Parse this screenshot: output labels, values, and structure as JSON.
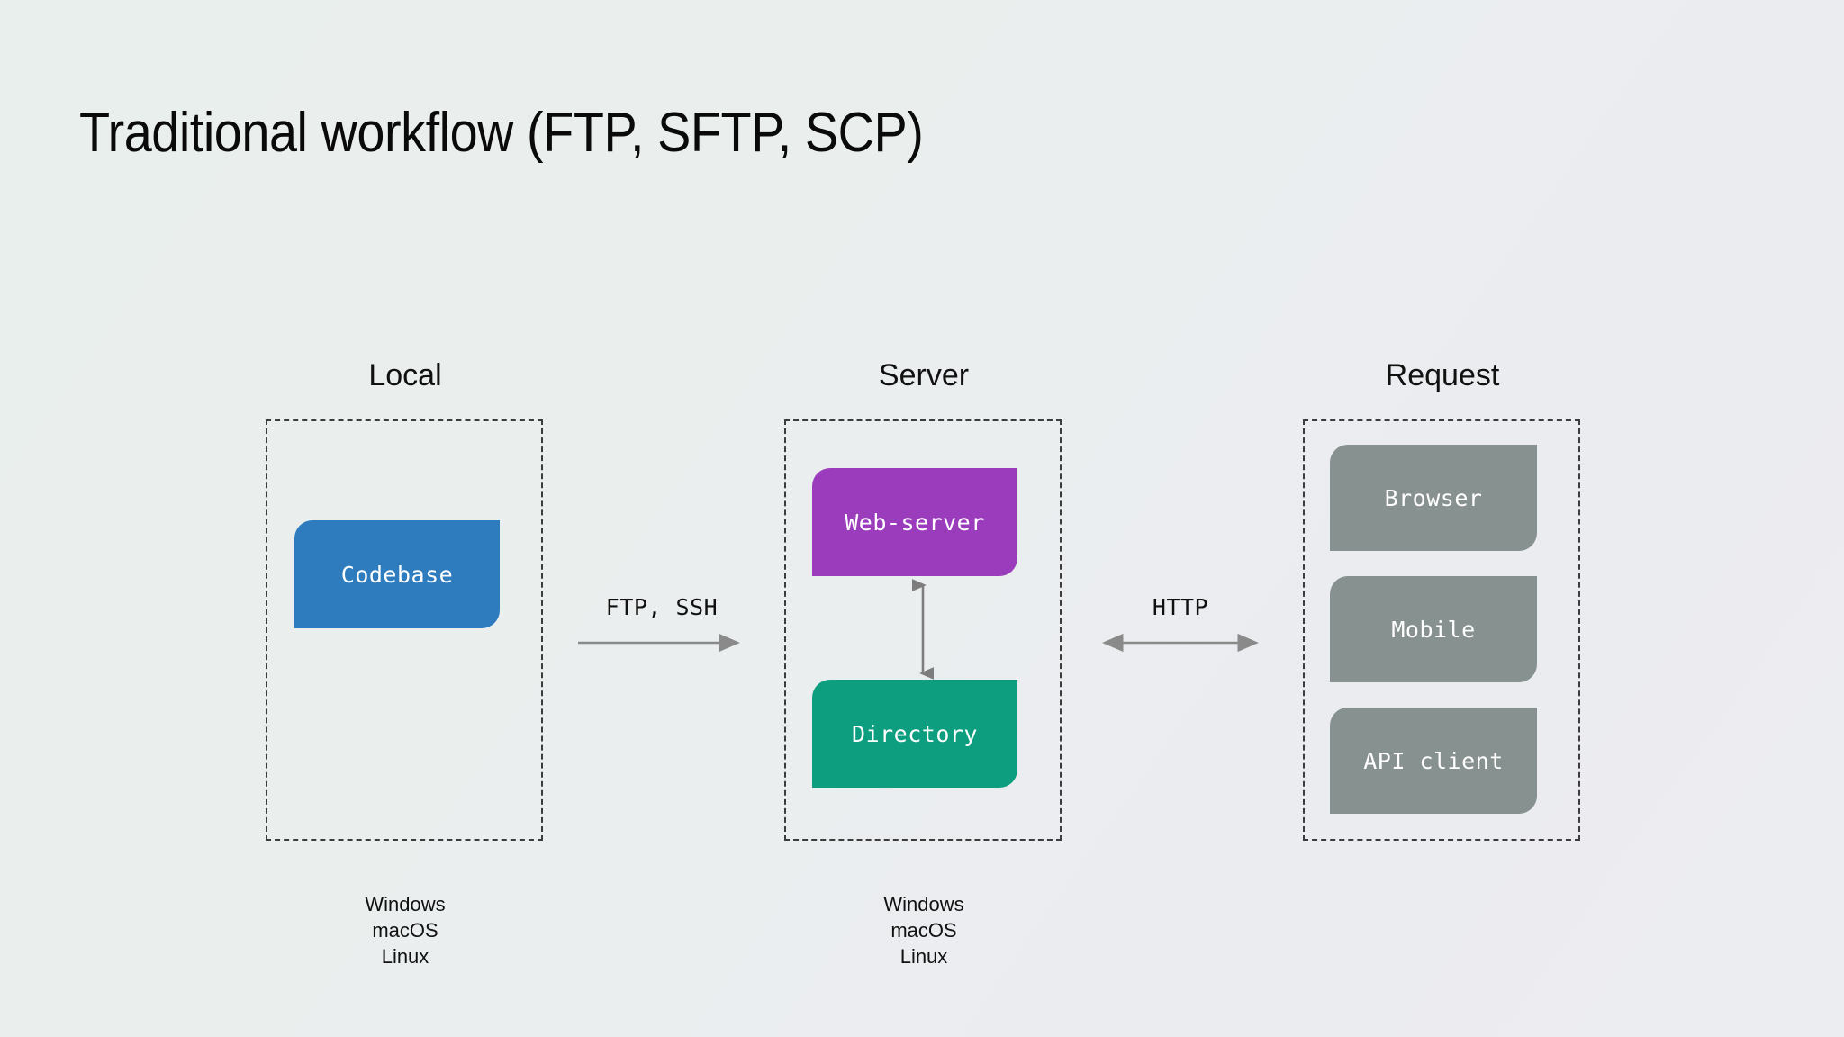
{
  "slide": {
    "title": "Traditional workflow (FTP, SFTP, SCP)",
    "background_top_left": "#e9efed",
    "background_bottom_right": "#ecedf1"
  },
  "columns": [
    {
      "id": "local",
      "header": "Local",
      "nodes": [
        {
          "label": "Codebase",
          "color": "#2e7cbe"
        }
      ],
      "os_caption": [
        "Windows",
        "macOS",
        "Linux"
      ]
    },
    {
      "id": "server",
      "header": "Server",
      "nodes": [
        {
          "label": "Web-server",
          "color": "#9b3cbd"
        },
        {
          "label": "Directory",
          "color": "#0d9e80"
        }
      ],
      "os_caption": [
        "Windows",
        "macOS",
        "Linux"
      ]
    },
    {
      "id": "request",
      "header": "Request",
      "nodes": [
        {
          "label": "Browser",
          "color": "#87918f"
        },
        {
          "label": "Mobile",
          "color": "#87918f"
        },
        {
          "label": "API client",
          "color": "#87918f"
        }
      ],
      "os_caption": []
    }
  ],
  "connectors": [
    {
      "id": "local-to-server",
      "label": "FTP, SSH",
      "direction": "right",
      "color": "#8a8a8a"
    },
    {
      "id": "webserver-to-directory",
      "label": "",
      "direction": "both-vertical",
      "color": "#7d7d7d"
    },
    {
      "id": "server-to-request",
      "label": "HTTP",
      "direction": "both",
      "color": "#8a8a8a"
    }
  ]
}
